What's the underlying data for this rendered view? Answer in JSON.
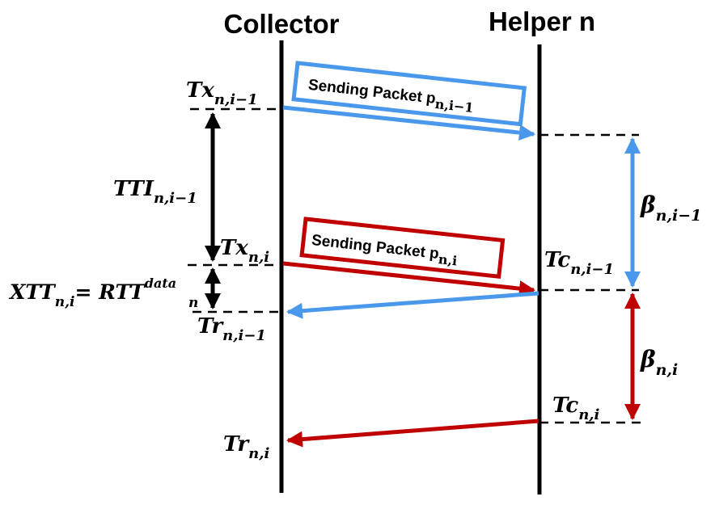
{
  "headers": {
    "collector": "Collector",
    "helper": "Helper n"
  },
  "boxes": {
    "first": {
      "text": "Sending Packet p",
      "sub": "n,i−1"
    },
    "second": {
      "text": "Sending Packet p",
      "sub": "n,i"
    }
  },
  "labels": {
    "tx_prev": {
      "base": "Tx",
      "sub": "n,i−1"
    },
    "tti": {
      "base": "TTI",
      "sub": "n,i−1"
    },
    "tx_cur": {
      "base": "Tx",
      "sub": "n,i"
    },
    "xtt": {
      "base": "XTT",
      "sub": "n,i",
      "eq": "= ",
      "rhs": "RTT",
      "rhs_sub": "n",
      "rhs_sup": "data"
    },
    "tr_prev": {
      "base": "Tr",
      "sub": "n,i−1"
    },
    "tr_cur": {
      "base": "Tr",
      "sub": "n,i"
    },
    "tc_prev": {
      "base": "Tc",
      "sub": "n,i−1"
    },
    "tc_cur": {
      "base": "Tc",
      "sub": "n,i"
    },
    "beta_prev": {
      "base": "β",
      "sub": "n,i−1"
    },
    "beta_cur": {
      "base": "β",
      "sub": "n,i"
    }
  },
  "colors": {
    "blue": "#4a98ec",
    "red": "#c00000",
    "black": "#000000"
  }
}
